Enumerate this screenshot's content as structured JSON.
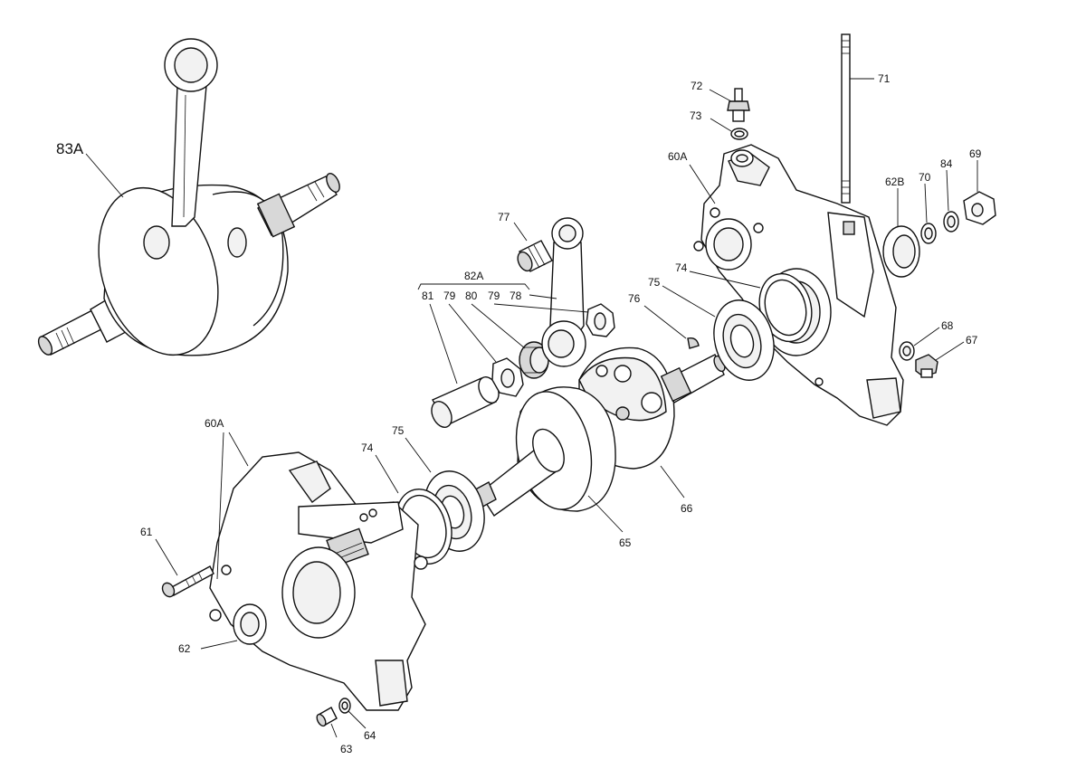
{
  "labels": {
    "p83A": "83A",
    "p82A": "82A",
    "p81": "81",
    "p79a": "79",
    "p80": "80",
    "p79b": "79",
    "p78": "78",
    "p77": "77",
    "p72": "72",
    "p73": "73",
    "p71": "71",
    "p60A_top": "60A",
    "p62B": "62B",
    "p70": "70",
    "p84": "84",
    "p69": "69",
    "p74_top": "74",
    "p75_top": "75",
    "p76": "76",
    "p68": "68",
    "p67": "67",
    "p60A_bottom": "60A",
    "p75_bottom": "75",
    "p74_bottom": "74",
    "p66": "66",
    "p65": "65",
    "p61": "61",
    "p62": "62",
    "p63": "63",
    "p64": "64"
  }
}
